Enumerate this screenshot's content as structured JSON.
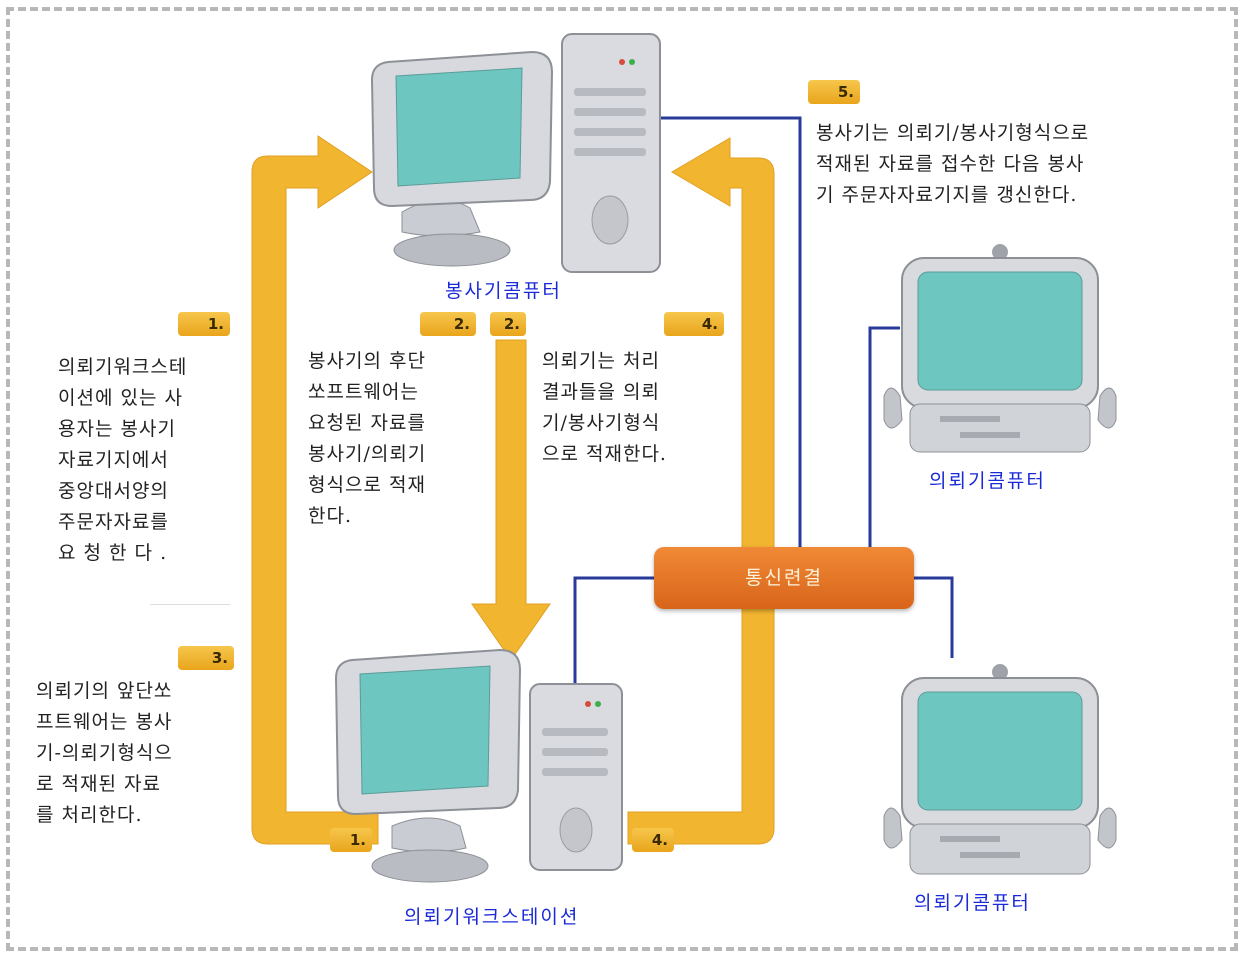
{
  "nodes": {
    "server": "봉사기콤퓨터",
    "client_top": "의뢰기콤퓨터",
    "client_bottom": "의뢰기콤퓨터",
    "workstation": "의뢰기워크스테이션",
    "network": "통신련결"
  },
  "steps": {
    "s1": {
      "badge": "1.",
      "lines": [
        "의뢰기워크스테",
        "이션에 있는 사",
        "용자는 봉사기",
        "자료기지에서",
        "중앙대서양의",
        "주문자자료를",
        "요 청 한 다 ."
      ]
    },
    "s2": {
      "badge": "2.",
      "lines": [
        "봉사기의 후단",
        "쏘프트웨어는",
        "요청된 자료를",
        "봉사기/의뢰기",
        "형식으로 적재",
        "한다."
      ]
    },
    "s3": {
      "badge": "3.",
      "lines": [
        "의뢰기의 앞단쏘",
        "프트웨어는 봉사",
        "기-의뢰기형식으",
        "로 적재된 자료",
        "를 처리한다."
      ]
    },
    "s4": {
      "badge": "4.",
      "lines": [
        "의뢰기는 처리",
        "결과들을 의뢰",
        "기/봉사기형식",
        "으로 적재한다."
      ]
    },
    "s5": {
      "badge": "5.",
      "lines": [
        "봉사기는 의뢰기/봉사기형식으로",
        "적재된 자료를 접수한 다음 봉사",
        "기 주문자자료기지를 갱신한다."
      ]
    }
  },
  "arrow_labels": {
    "down_arrow": "2.",
    "bottom_left": "1.",
    "bottom_right": "4."
  },
  "colors": {
    "arrow": "#f2b530",
    "network_box": "#e27628",
    "link_line": "#2a3a9a",
    "caption": "#1a2ad8",
    "screen": "#6ec6c0"
  }
}
